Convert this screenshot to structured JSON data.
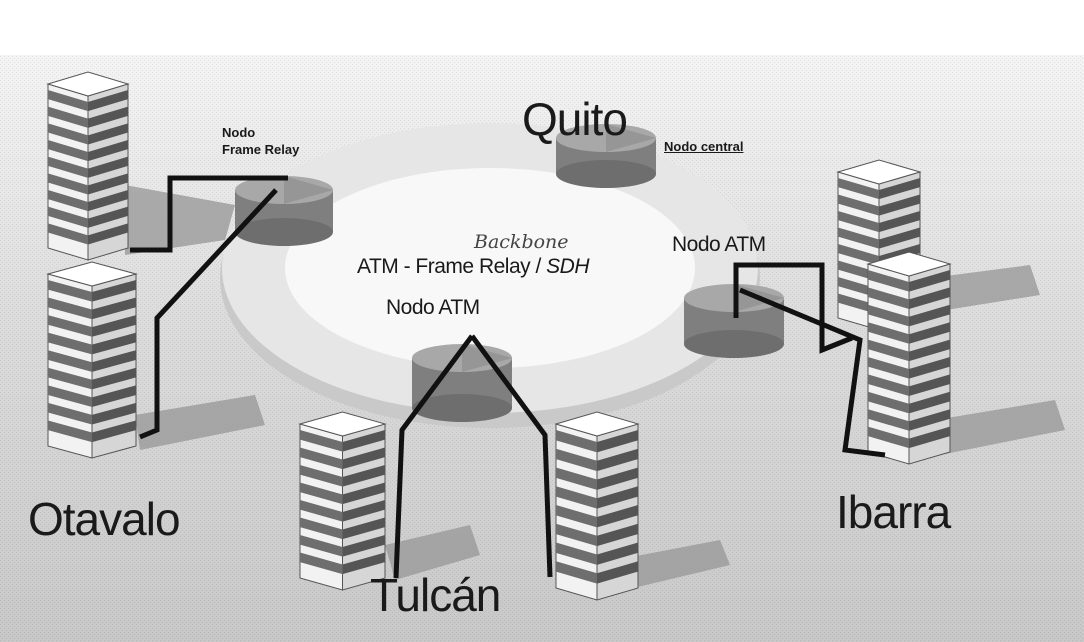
{
  "labels": {
    "quito": "Quito",
    "nodo_central": "Nodo central",
    "nodo_fr_line1": "Nodo",
    "nodo_fr_line2": "Frame Relay",
    "backbone": "Backbone",
    "backbone_desc_main": "ATM - Frame Relay / ",
    "backbone_desc_sdh": "SDH",
    "nodo_atm_center": "Nodo ATM",
    "nodo_atm_right": "Nodo ATM",
    "otavalo": "Otavalo",
    "ibarra": "Ibarra",
    "tulcan": "Tulcán"
  },
  "colors": {
    "ring": "#e3e3e3",
    "ring_inner": "#f7f7f7",
    "node": "#8c8c8c",
    "building": "#ffffff",
    "building_band": "#7a7a7a",
    "link": "#111111",
    "ground": "#d0d0d0"
  }
}
